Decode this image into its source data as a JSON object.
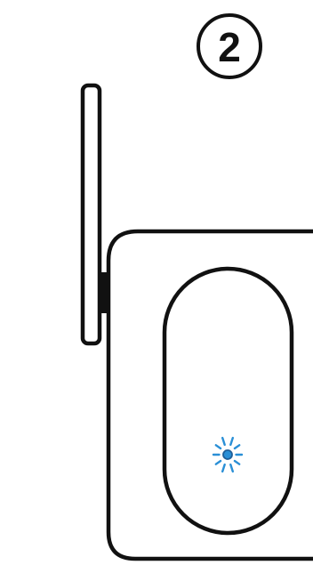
{
  "step": {
    "number": "2"
  },
  "illustration": {
    "device": "wifi-range-extender",
    "led_status": "blinking",
    "colors": {
      "outline": "#111111",
      "background": "#ffffff",
      "led": "#2a8fd6",
      "led_center": "#1f5f99"
    }
  }
}
